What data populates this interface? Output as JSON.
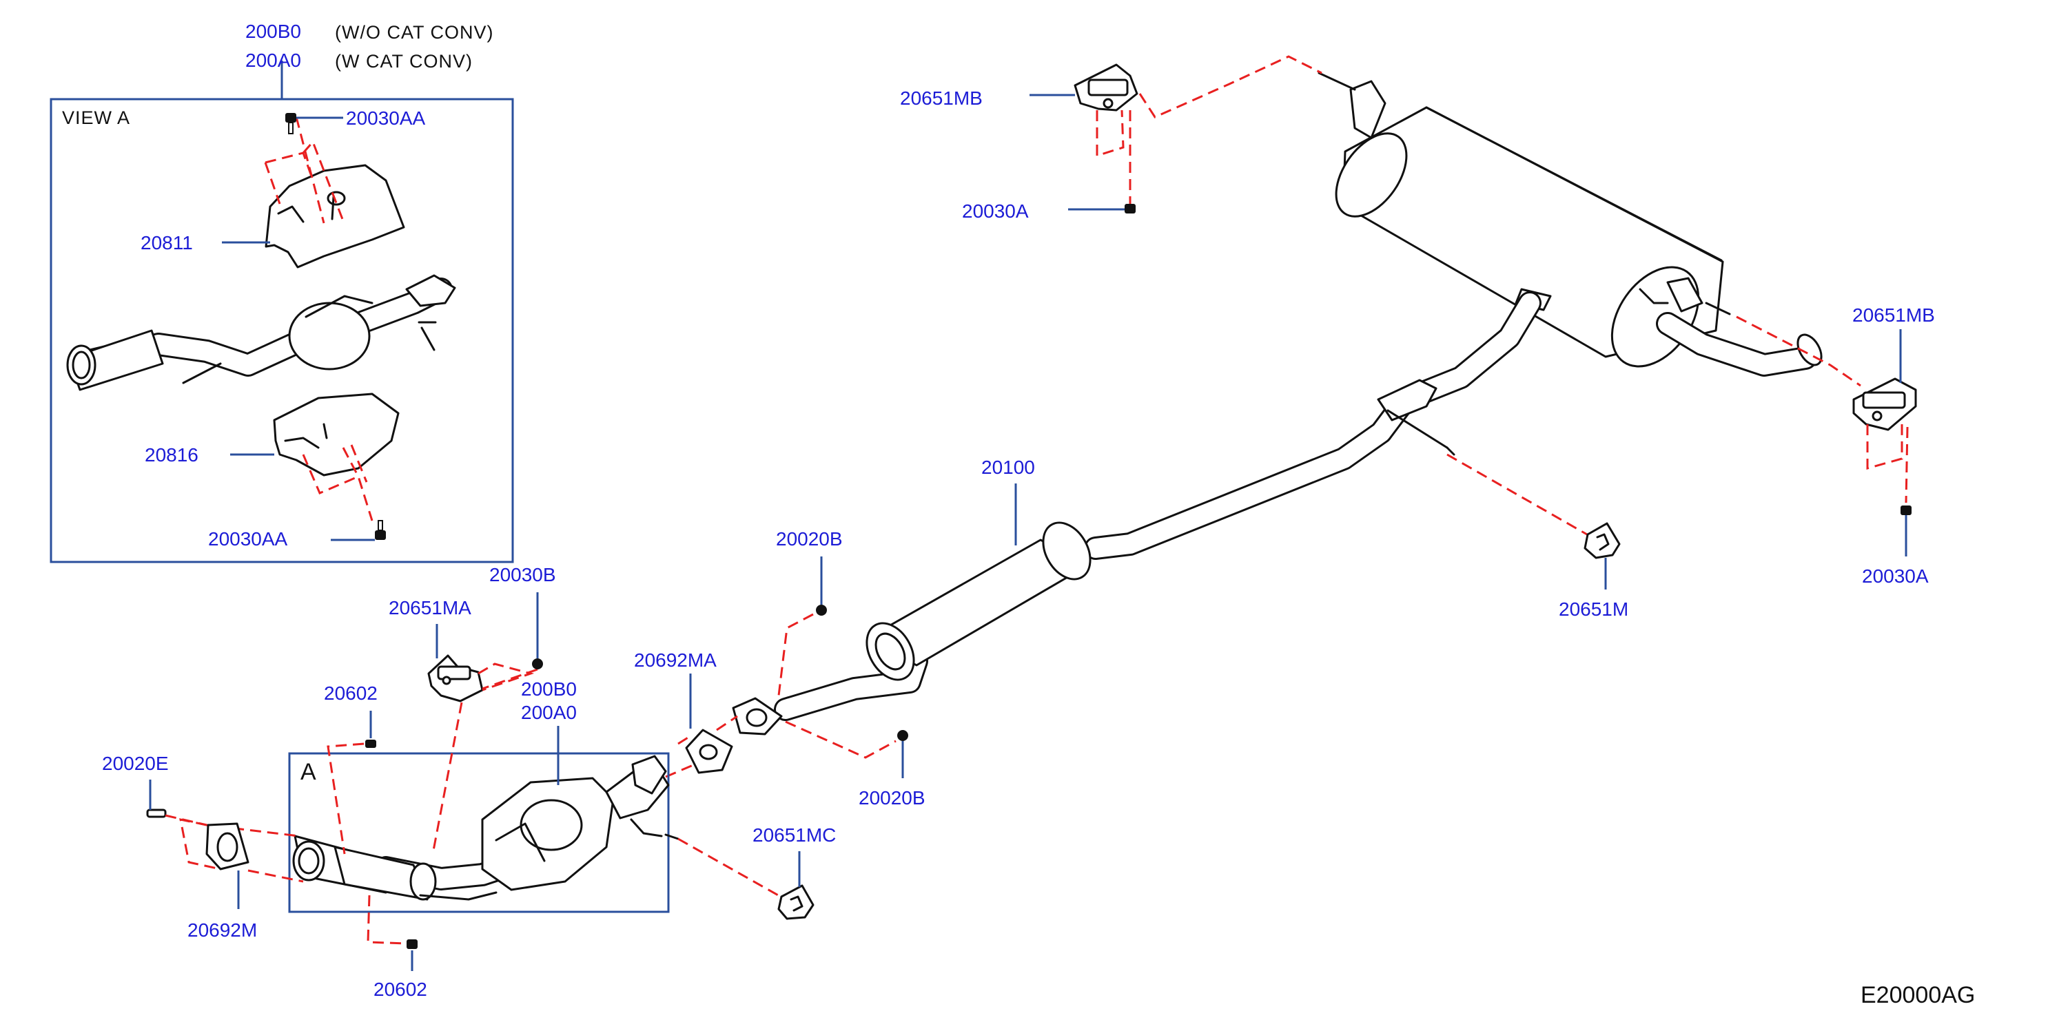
{
  "diagram_code": "E20000AG",
  "view_label": "VIEW  A",
  "box_a_label": "A",
  "notes": {
    "wo_cat": "(W/O   CAT   CONV)",
    "w_cat": "(W   CAT   CONV)"
  },
  "labels": {
    "top_200b0": "200B0",
    "top_200a0": "200A0",
    "p20030aa_top": "20030AA",
    "p20811": "20811",
    "p20816": "20816",
    "p20030aa_bottom": "20030AA",
    "p20651mb_left": "20651MB",
    "p20030a_left": "20030A",
    "p20651mb_right": "20651MB",
    "p20030a_right": "20030A",
    "p20651m": "20651M",
    "p20100": "20100",
    "p20020b_top": "20020B",
    "p20020b_bottom": "20020B",
    "p20692ma": "20692MA",
    "p20030b": "20030B",
    "p20651ma": "20651MA",
    "mid_200b0": "200B0",
    "mid_200a0": "200A0",
    "p20602_top": "20602",
    "p20602_bottom": "20602",
    "p20020e": "20020E",
    "p20692m": "20692M",
    "p20651mc": "20651MC"
  },
  "colors": {
    "label_blue": "#1c1cd6",
    "leader_blue": "#2a4f9c",
    "dash_red": "#e82020",
    "outline": "#111111"
  }
}
